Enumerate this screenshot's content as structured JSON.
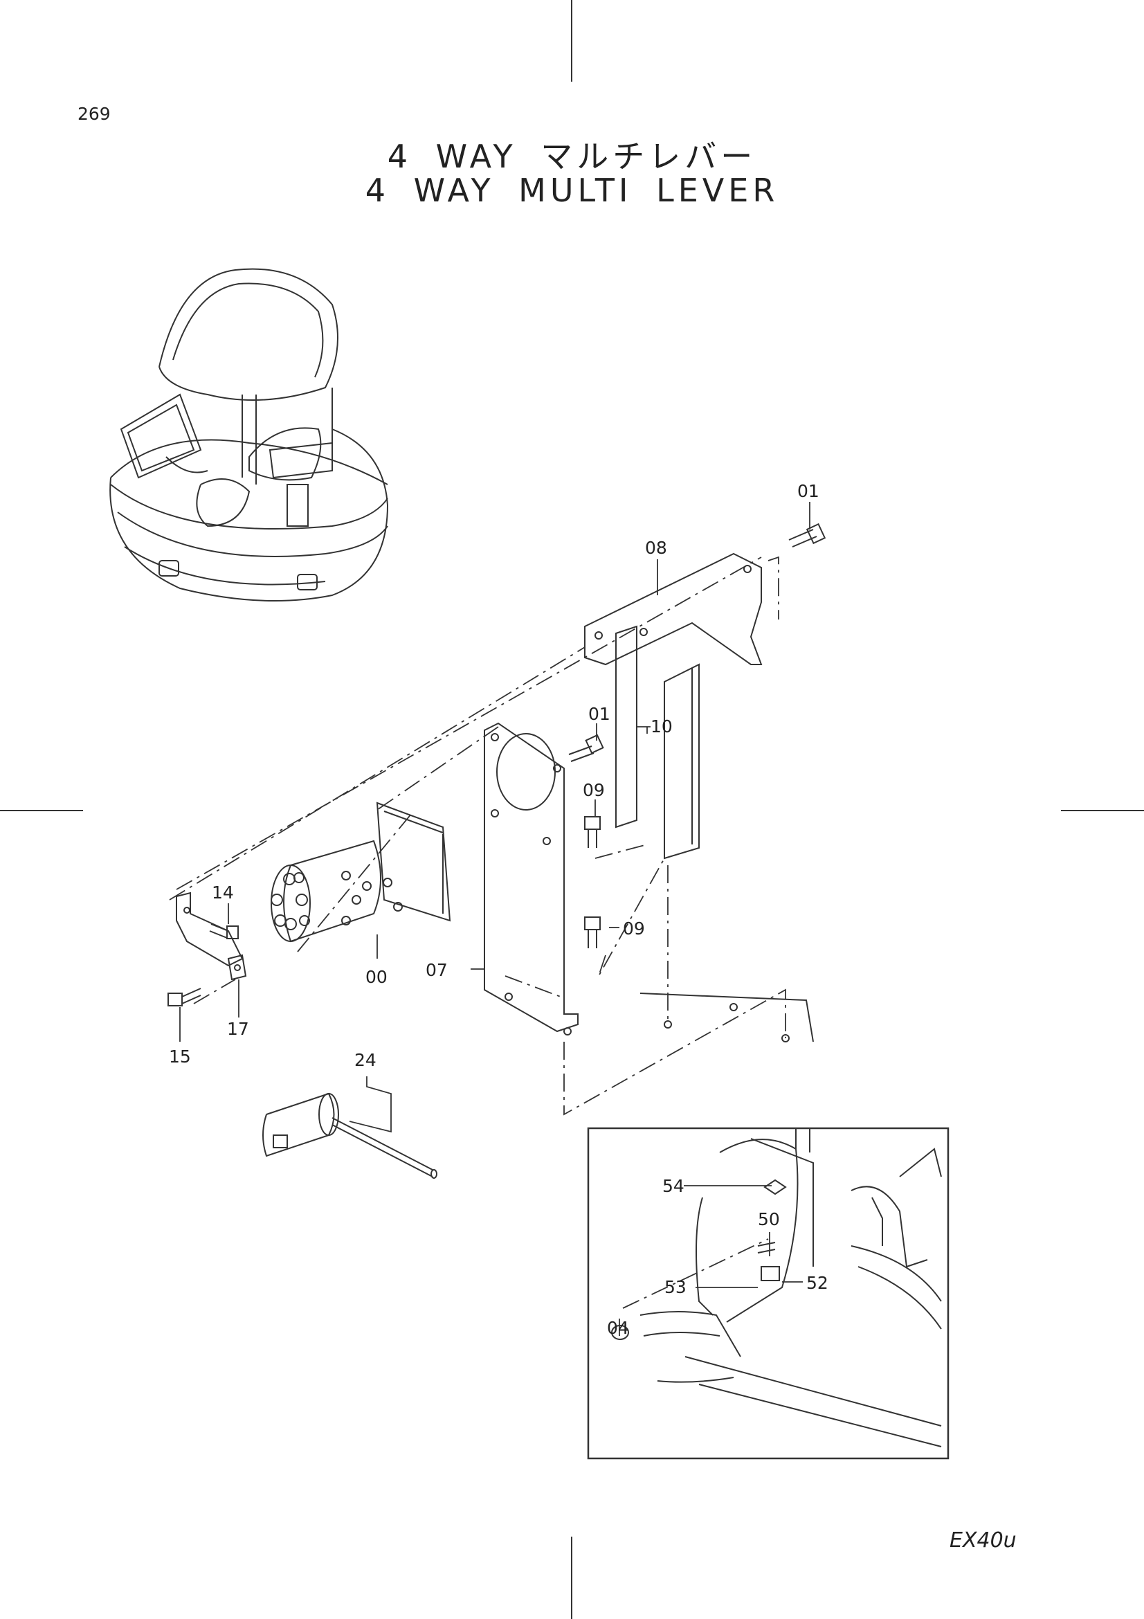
{
  "page_number": "269",
  "title_jp": "4 WAY マルチレバー",
  "title_en": "4 WAY MULTI LEVER",
  "model": "EX40u",
  "labels": {
    "p01a": "01",
    "p08": "08",
    "p01b": "01",
    "p10": "10",
    "p09a": "09",
    "p09b": "09",
    "p14": "14",
    "p00": "00",
    "p07": "07",
    "p17": "17",
    "p15": "15",
    "p24": "24",
    "p54": "54",
    "p50": "50",
    "p52": "52",
    "p53": "53",
    "p04": "04"
  }
}
